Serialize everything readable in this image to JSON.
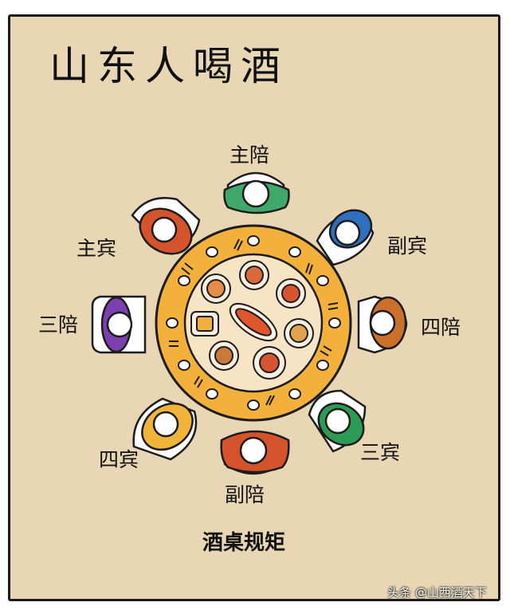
{
  "title": "山东人喝酒",
  "caption": "酒桌规矩",
  "watermark": "头条 @山西酒天下",
  "seats": [
    {
      "id": "zhupei",
      "label": "主陪",
      "icon": "person-top-view",
      "color": "#3fa86a"
    },
    {
      "id": "fubin",
      "label": "副宾",
      "icon": "person-top-view",
      "color": "#2e6fc0"
    },
    {
      "id": "sipei",
      "label": "四陪",
      "icon": "person-top-view",
      "color": "#c9702a"
    },
    {
      "id": "sanbin",
      "label": "三宾",
      "icon": "person-top-view",
      "color": "#2d9a55"
    },
    {
      "id": "fupei",
      "label": "副陪",
      "icon": "person-top-view",
      "color": "#d4532a"
    },
    {
      "id": "sibin",
      "label": "四宾",
      "icon": "person-top-view",
      "color": "#f1b43a"
    },
    {
      "id": "sanpei",
      "label": "三陪",
      "icon": "person-top-view",
      "color": "#7b3fb0"
    },
    {
      "id": "zhubin",
      "label": "主宾",
      "icon": "person-top-view",
      "color": "#d4532a"
    }
  ],
  "colors": {
    "paper": "#e9d6b4",
    "table_rim": "#f3b13c",
    "table_inner": "#f6e4c4"
  }
}
